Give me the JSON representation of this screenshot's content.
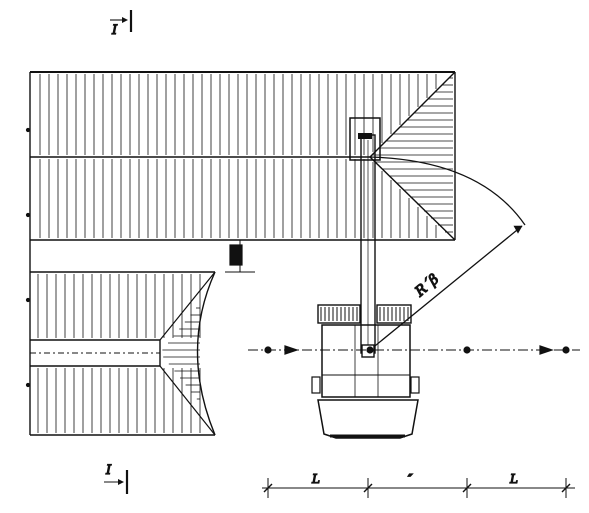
{
  "drawing": {
    "section_mark_top": "I",
    "section_mark_bottom": "I",
    "radius_label": "R´β",
    "dimension_labels": [
      "L",
      "″",
      "L"
    ]
  },
  "colors": {
    "ink": "#111111",
    "paper": "#ffffff"
  }
}
